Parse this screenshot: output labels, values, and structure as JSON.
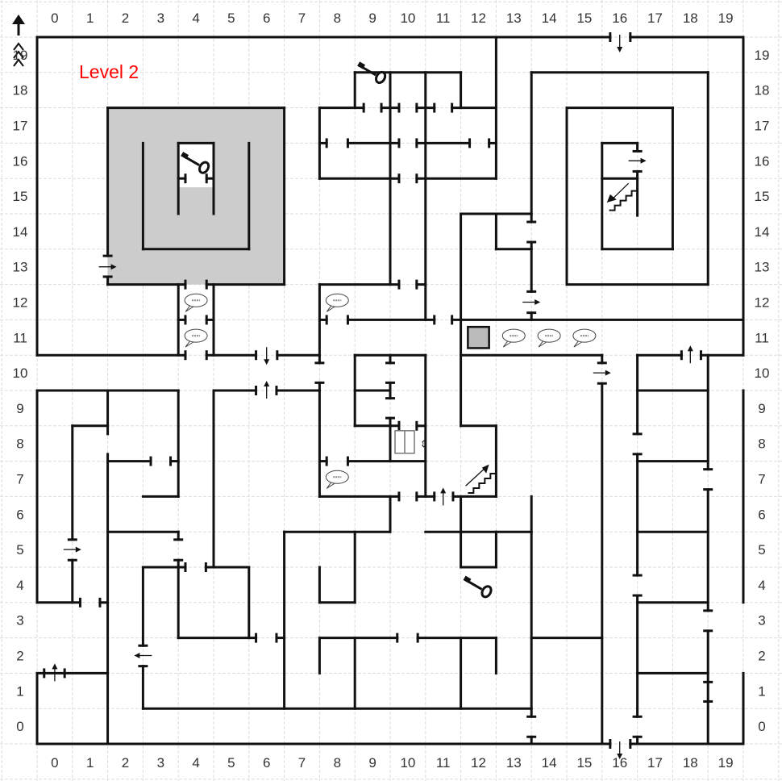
{
  "map": {
    "title": "Level 2",
    "column_labels": [
      "0",
      "1",
      "2",
      "3",
      "4",
      "5",
      "6",
      "7",
      "8",
      "9",
      "10",
      "11",
      "12",
      "13",
      "14",
      "15",
      "16",
      "17",
      "18",
      "19"
    ],
    "row_labels": [
      "19",
      "18",
      "17",
      "16",
      "15",
      "14",
      "13",
      "12",
      "11",
      "10",
      "9",
      "8",
      "7",
      "6",
      "5",
      "4",
      "3",
      "2",
      "1",
      "0"
    ],
    "colors": {
      "wall": "#111111",
      "grid": "#dddddd",
      "shaded_room": "#cccccc",
      "title": "#ff0000"
    },
    "icons": [
      "north-arrow-icon",
      "key-icon",
      "speech-bubble-icon",
      "stairs-up-icon",
      "stairs-down-icon",
      "elevator-icon",
      "one-way-arrow-icon",
      "gray-block-icon"
    ]
  }
}
